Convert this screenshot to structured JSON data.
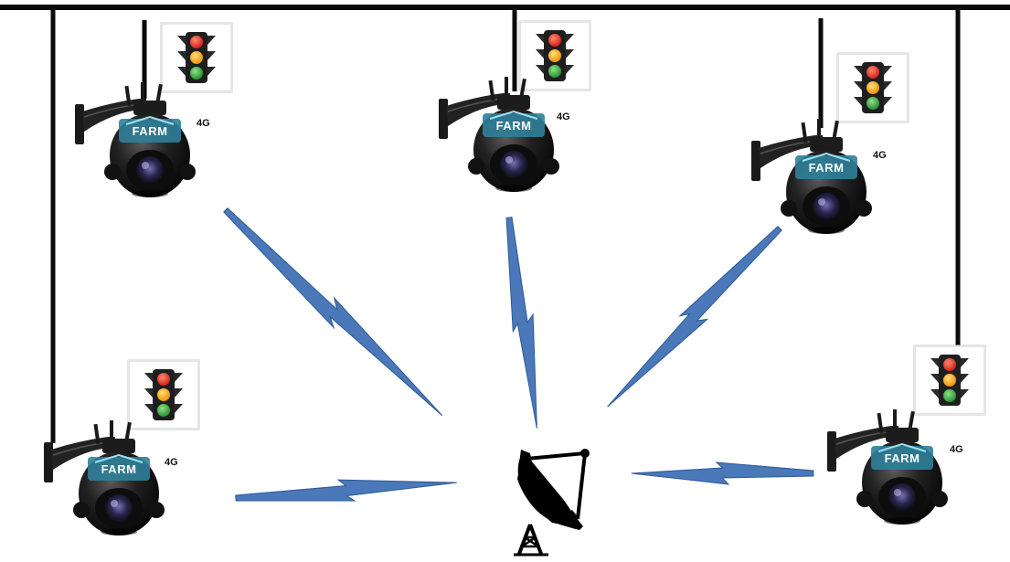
{
  "cameras": [
    {
      "network_label": "4G",
      "brand": "FARM"
    },
    {
      "network_label": "4G",
      "brand": "FARM"
    },
    {
      "network_label": "4G",
      "brand": "FARM"
    },
    {
      "network_label": "4G",
      "brand": "FARM"
    },
    {
      "network_label": "4G",
      "brand": "FARM"
    }
  ],
  "colors": {
    "wire": "#0a0a0a",
    "signal_bolt": "#4a78b8",
    "signal_bolt_edge": "#2d5a96",
    "camera_body": "#1a1a1a",
    "brand_band": "#2f7f9a",
    "light_red": "#e02020",
    "light_amber": "#f2a400",
    "light_green": "#2f9a3a",
    "dish": "#000000"
  },
  "icons": {
    "camera": "ptz-camera-icon",
    "traffic_light": "traffic-light-icon",
    "base_station": "satellite-dish-icon"
  }
}
